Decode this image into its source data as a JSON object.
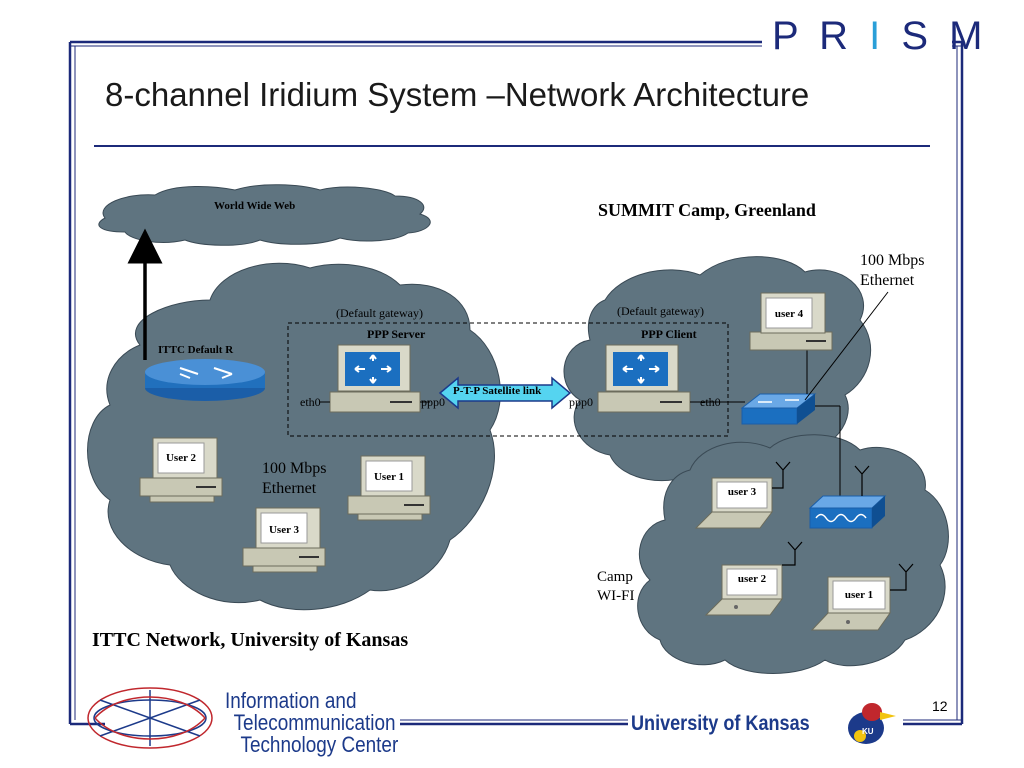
{
  "slide": {
    "title": "8-channel Iridium System –Network Architecture",
    "logo_text": "PRISM",
    "page_number": "12"
  },
  "diagram": {
    "www": "World Wide Web",
    "summit_heading": "SUMMIT Camp, Greenland",
    "ittc_heading": "ITTC Network, University of Kansas",
    "ittc_router_label": "ITTC Default R",
    "ethernet_left": "100 Mbps Ethernet",
    "ethernet_right": "100 Mbps Ethernet",
    "server_gateway": "(Default gateway)",
    "server_label": "PPP Server",
    "client_gateway": "(Default gateway)",
    "client_label": "PPP Client",
    "link_label": "P-T-P Satellite link",
    "server_eth": "eth0",
    "server_ppp": "ppp0",
    "client_ppp": "ppp0",
    "client_eth": "eth0",
    "camp_wifi": "Camp WI-FI",
    "users_left": [
      "User 2",
      "User 1",
      "User 3"
    ],
    "users_right_pc": "user 4",
    "users_right_laptops": [
      "user 3",
      "user 2",
      "user 1"
    ]
  },
  "footer": {
    "ittc_lines": [
      "Information and",
      "Telecommunication",
      "Technology Center"
    ],
    "university": "University of Kansas"
  },
  "colors": {
    "frame": "#1c2a7a",
    "cloud": "#5f7480",
    "link_arrow": "#55d4f0",
    "device_blue": "#1b6fc0"
  }
}
